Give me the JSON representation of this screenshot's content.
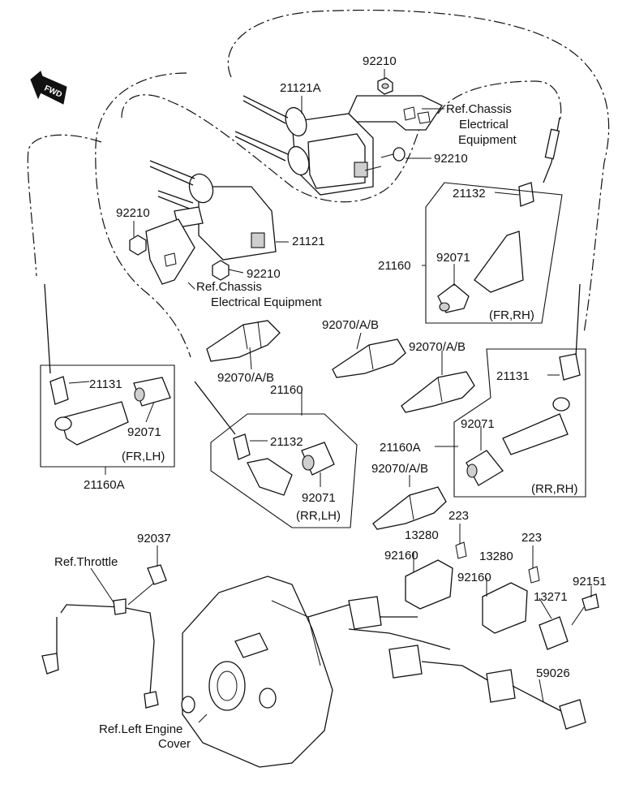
{
  "fwd_label": "FWD",
  "labels": {
    "p92210_top": "92210",
    "p21121A": "21121A",
    "ref_chassis_top_1": "Ref.Chassis",
    "ref_chassis_top_2": "Electrical",
    "ref_chassis_top_3": "Equipment",
    "p92210_right": "92210",
    "p92210_left": "92210",
    "p21121": "21121",
    "p92210_mid": "92210",
    "ref_chassis_mid_1": "Ref.Chassis",
    "ref_chassis_mid_2": "Electrical Equipment",
    "p21132_top": "21132",
    "p21160_right": "21160",
    "p92071_top": "92071",
    "fr_rh": "(FR,RH)",
    "p92070_left": "92070/A/B",
    "p92070_top": "92070/A/B",
    "p92070_mid": "92070/A/B",
    "p21160_center": "21160",
    "p21131_left": "21131",
    "p92071_left": "92071",
    "fr_lh": "(FR,LH)",
    "p21160A_left": "21160A",
    "p21132_center": "21132",
    "p92071_center": "92071",
    "rr_lh": "(RR,LH)",
    "p21131_right": "21131",
    "p92071_right": "92071",
    "p21160A_right": "21160A",
    "p92070_bottom": "92070/A/B",
    "rr_rh": "(RR,RH)",
    "p223_a": "223",
    "p13280_a": "13280",
    "p92037": "92037",
    "ref_throttle": "Ref.Throttle",
    "p92160_a": "92160",
    "p223_b": "223",
    "p13280_b": "13280",
    "p92160_b": "92160",
    "p92151": "92151",
    "p13271": "13271",
    "p59026": "59026",
    "ref_left_engine_1": "Ref.Left Engine",
    "ref_left_engine_2": "Cover"
  }
}
